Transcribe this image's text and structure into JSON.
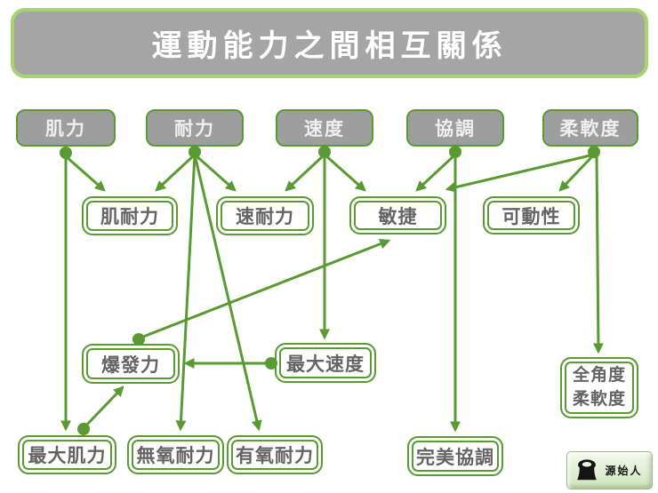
{
  "title": "運動能力之間相互關係",
  "colors": {
    "line_green": "#5a9a33",
    "title_border_green": "#a8d36e",
    "title_fill_gray": "#a5a5a5",
    "primary_box_fill": "#9e9e9e",
    "primary_box_text": "#efefef",
    "sub_box_text": "#646464"
  },
  "nodes": {
    "strength": {
      "label": "肌力"
    },
    "endurance": {
      "label": "耐力"
    },
    "speed": {
      "label": "速度"
    },
    "coordination": {
      "label": "協調"
    },
    "flexibility": {
      "label": "柔軟度"
    },
    "muscular_endurance": {
      "label": "肌耐力"
    },
    "speed_endurance": {
      "label": "速耐力"
    },
    "agility": {
      "label": "敏捷"
    },
    "mobility": {
      "label": "可動性"
    },
    "explosive_power": {
      "label": "爆發力"
    },
    "max_speed": {
      "label": "最大速度"
    },
    "max_strength": {
      "label": "最大肌力"
    },
    "anaerobic_endurance": {
      "label": "無氧耐力"
    },
    "aerobic_endurance": {
      "label": "有氧耐力"
    },
    "perfect_coordination": {
      "label": "完美協調"
    },
    "full_range_flexibility": {
      "label": "全角度\n柔軟度"
    }
  },
  "edges": [
    {
      "from": "肌力",
      "to": "肌耐力"
    },
    {
      "from": "肌力",
      "to": "最大肌力"
    },
    {
      "from": "耐力",
      "to": "肌耐力"
    },
    {
      "from": "耐力",
      "to": "速耐力"
    },
    {
      "from": "耐力",
      "to": "無氧耐力"
    },
    {
      "from": "耐力",
      "to": "有氧耐力"
    },
    {
      "from": "速度",
      "to": "速耐力"
    },
    {
      "from": "速度",
      "to": "敏捷"
    },
    {
      "from": "速度",
      "to": "最大速度"
    },
    {
      "from": "協調",
      "to": "敏捷"
    },
    {
      "from": "協調",
      "to": "完美協調"
    },
    {
      "from": "柔軟度",
      "to": "敏捷"
    },
    {
      "from": "柔軟度",
      "to": "可動性"
    },
    {
      "from": "柔軟度",
      "to": "全角度柔軟度"
    },
    {
      "from": "最大肌力",
      "to": "爆發力"
    },
    {
      "from": "爆發力",
      "to": "敏捷"
    },
    {
      "from": "最大速度",
      "to": "爆發力"
    }
  ],
  "logo": {
    "text": "源始人",
    "icon": "tree-stump-icon"
  }
}
